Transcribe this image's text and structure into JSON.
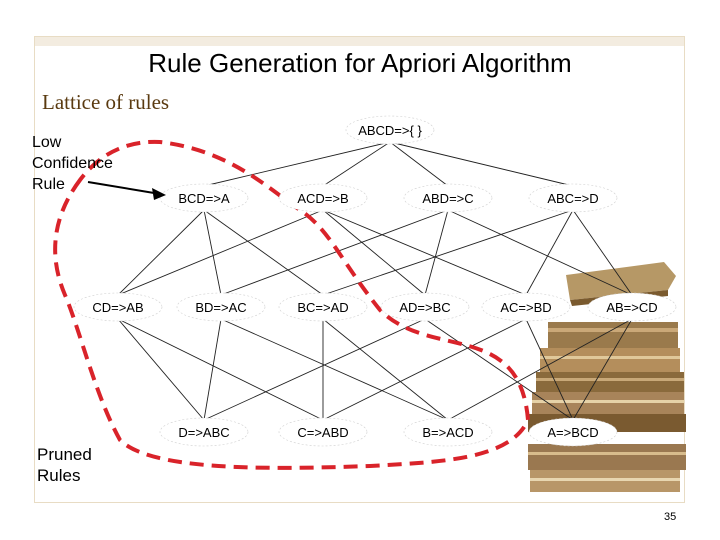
{
  "title": "Rule Generation for Apriori Algorithm",
  "subtitle": "Lattice of rules",
  "annotations": {
    "low_confidence": [
      "Low",
      "Confidence",
      "Rule"
    ],
    "pruned": [
      "Pruned",
      "Rules"
    ]
  },
  "page_number": "35",
  "colors": {
    "dashed_boundary": "#d9232a",
    "edge": "#222222",
    "subtitle": "#5a3a10"
  },
  "lattice": {
    "levels": [
      [
        "ABCD=>{ }"
      ],
      [
        "BCD=>A",
        "ACD=>B",
        "ABD=>C",
        "ABC=>D"
      ],
      [
        "CD=>AB",
        "BD=>AC",
        "BC=>AD",
        "AD=>BC",
        "AC=>BD",
        "AB=>CD"
      ],
      [
        "D=>ABC",
        "C=>ABD",
        "B=>ACD",
        "A=>BCD"
      ]
    ],
    "low_confidence_rule": "BCD=>A",
    "pruned_rules": [
      "BCD=>A",
      "CD=>AB",
      "BD=>AC",
      "BC=>AD",
      "D=>ABC",
      "C=>ABD",
      "B=>ACD"
    ]
  },
  "decoration": "stack-of-old-books-image"
}
